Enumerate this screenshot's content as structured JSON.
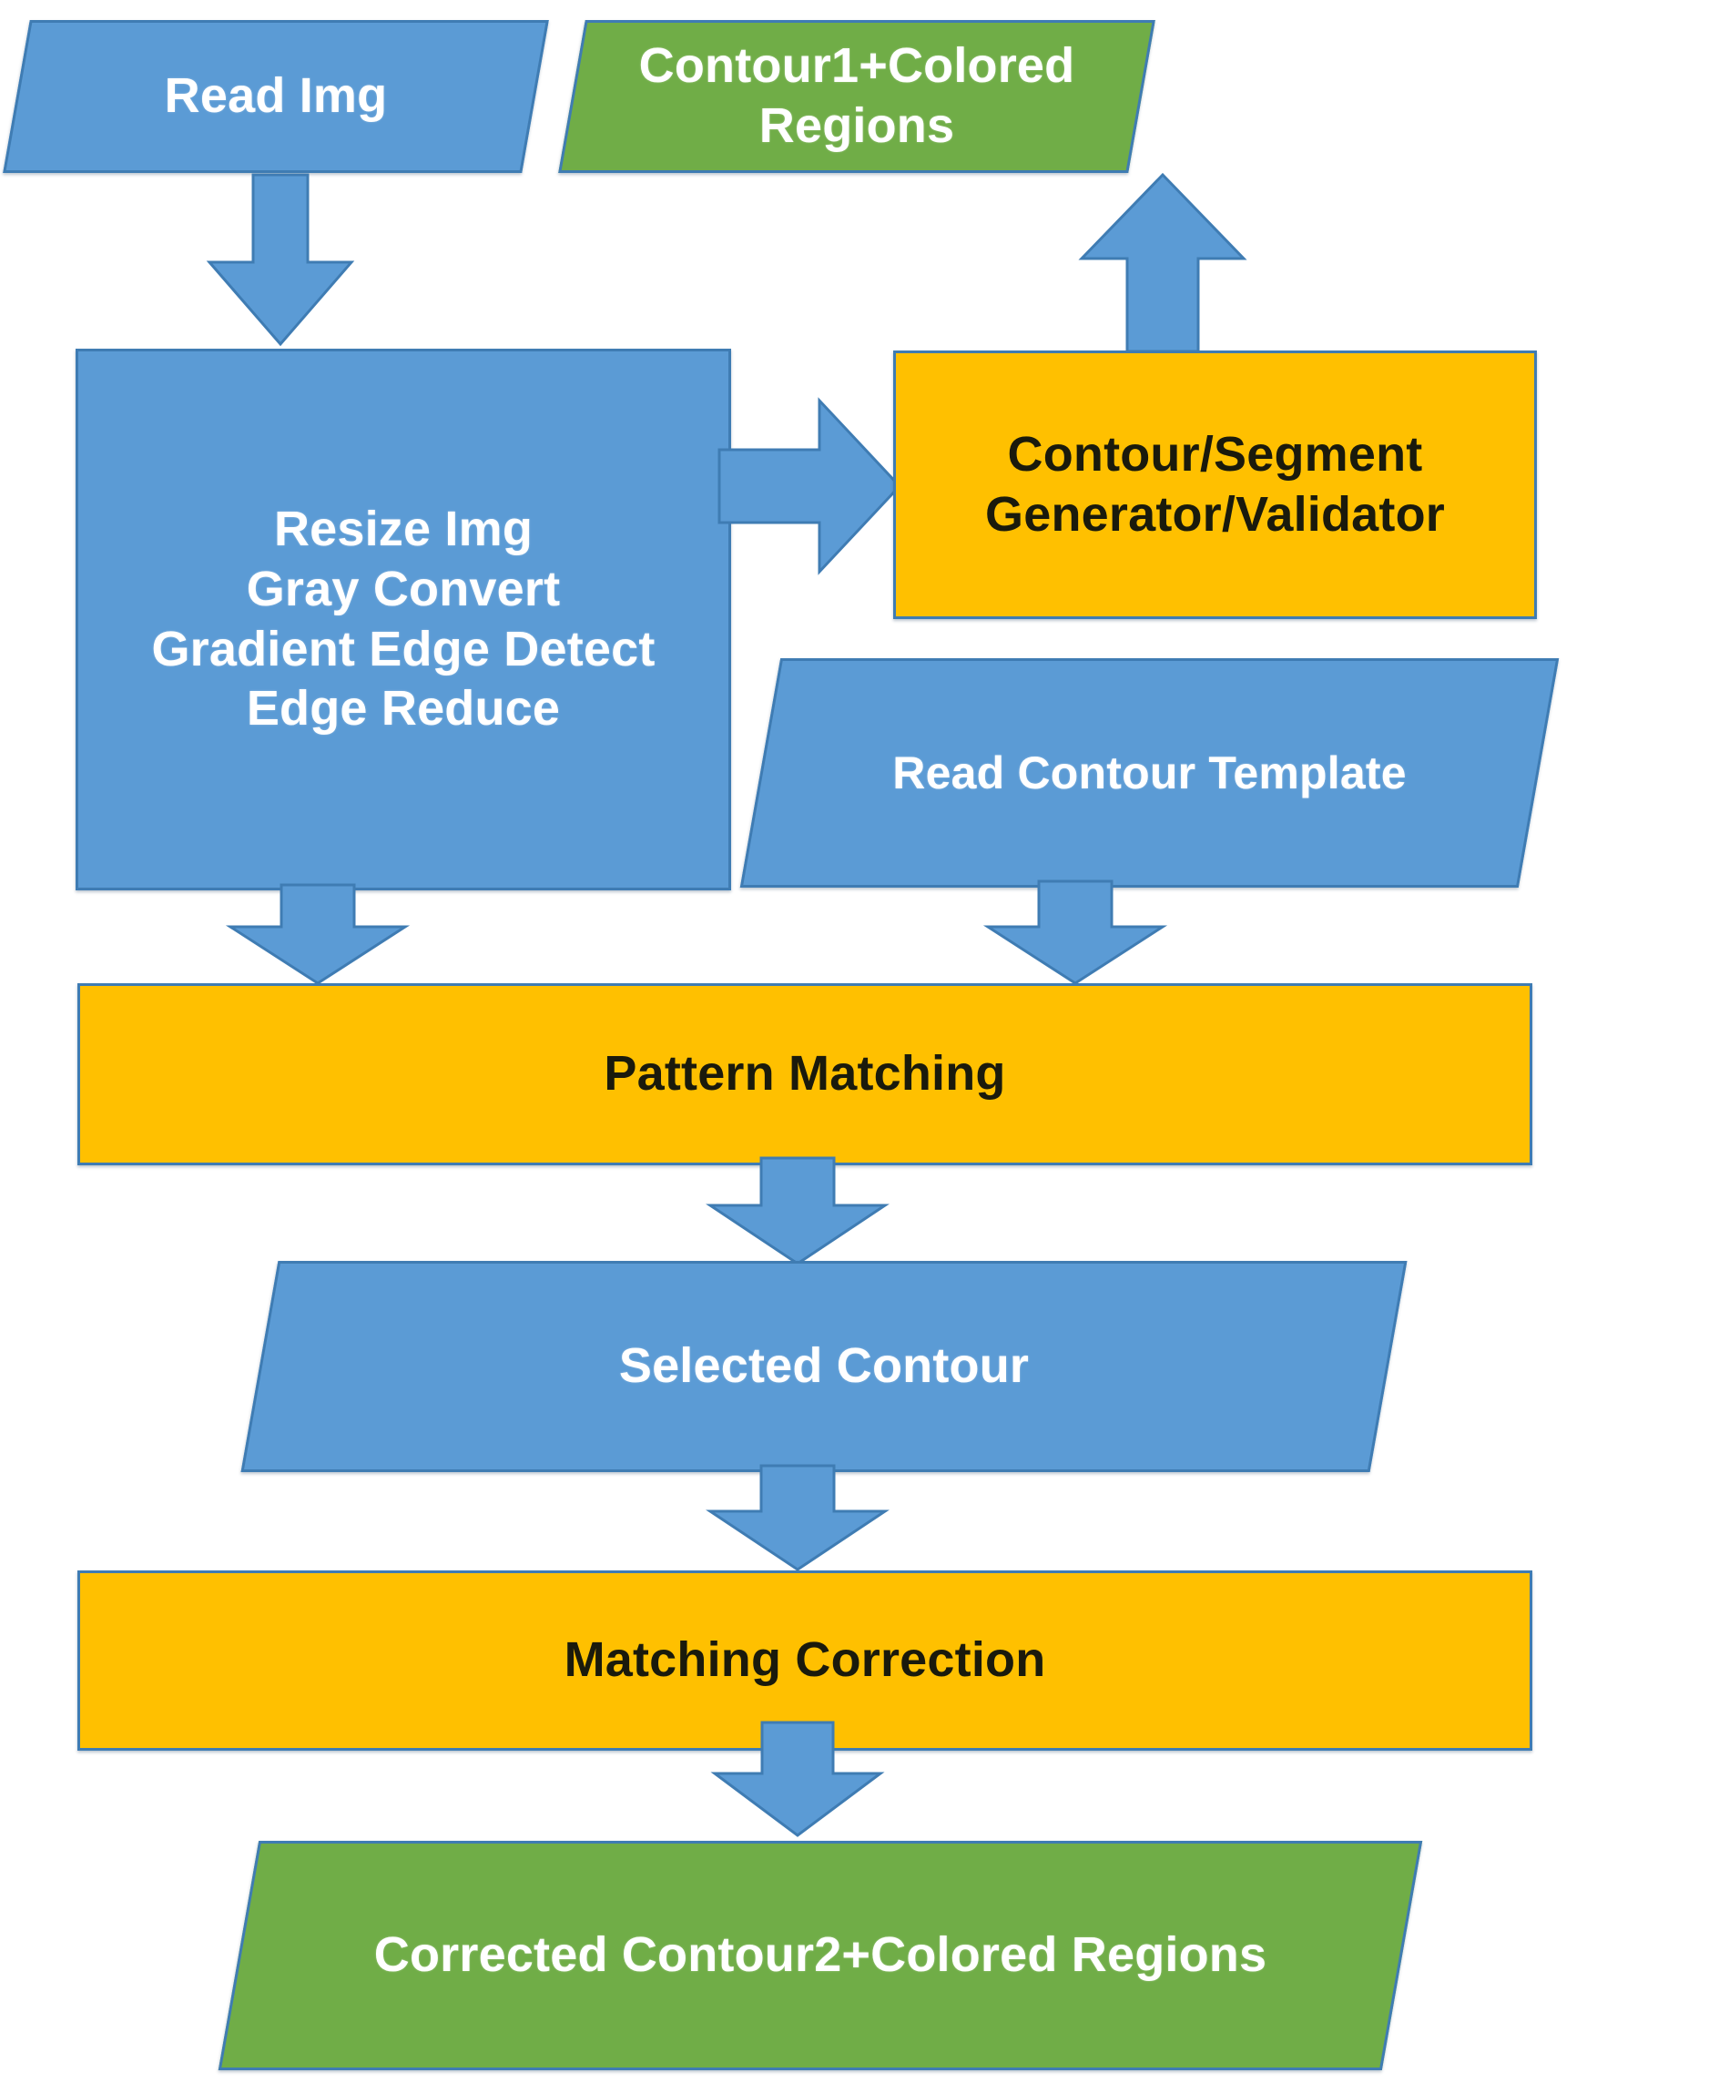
{
  "diagram": {
    "title": "Contour detection and matching pipeline flowchart",
    "palette": {
      "blue_fill": "#5b9bd5",
      "yellow_fill": "#ffc000",
      "green_fill": "#70ad47",
      "border": "#3f7cb3",
      "light_text": "#ffffff",
      "dark_text": "#1a1a0c",
      "background": "#ffffff"
    },
    "nodes": [
      {
        "id": "read-img",
        "label": "Read Img",
        "shape": "parallelogram",
        "fill": "blue",
        "role": "input"
      },
      {
        "id": "contour1-colored-regions",
        "label": "Contour1+Colored Regions",
        "shape": "parallelogram",
        "fill": "green",
        "role": "output"
      },
      {
        "id": "preprocess",
        "label": "Resize Img\nGray Convert\nGradient Edge Detect\nEdge Reduce",
        "shape": "rect",
        "fill": "blue",
        "role": "process",
        "lines": [
          "Resize Img",
          "Gray Convert",
          "Gradient Edge Detect",
          "Edge Reduce"
        ]
      },
      {
        "id": "contour-segment-generator-validator",
        "label": "Contour/Segment\nGenerator/Validator",
        "shape": "rect",
        "fill": "yellow",
        "role": "process",
        "lines": [
          "Contour/Segment",
          "Generator/Validator"
        ]
      },
      {
        "id": "read-contour-template",
        "label": "Read Contour Template",
        "shape": "parallelogram",
        "fill": "blue",
        "role": "input"
      },
      {
        "id": "pattern-matching",
        "label": "Pattern Matching",
        "shape": "rect",
        "fill": "yellow",
        "role": "process"
      },
      {
        "id": "selected-contour",
        "label": "Selected Contour",
        "shape": "parallelogram",
        "fill": "blue",
        "role": "data"
      },
      {
        "id": "matching-correction",
        "label": "Matching Correction",
        "shape": "rect",
        "fill": "yellow",
        "role": "process"
      },
      {
        "id": "corrected-contour2-colored-regions",
        "label": "Corrected Contour2+Colored Regions",
        "shape": "parallelogram",
        "fill": "green",
        "role": "output"
      }
    ],
    "arrows": [
      {
        "id": "read-img-to-preprocess",
        "direction": "down",
        "from": "read-img",
        "to": "preprocess"
      },
      {
        "id": "preprocess-to-generator",
        "direction": "right",
        "from": "preprocess",
        "to": "contour-segment-generator-validator"
      },
      {
        "id": "generator-to-contour1",
        "direction": "up",
        "from": "contour-segment-generator-validator",
        "to": "contour1-colored-regions"
      },
      {
        "id": "preprocess-to-pattern-matching",
        "direction": "down",
        "from": "preprocess",
        "to": "pattern-matching"
      },
      {
        "id": "template-to-pattern-matching",
        "direction": "down",
        "from": "read-contour-template",
        "to": "pattern-matching"
      },
      {
        "id": "pattern-matching-to-selected",
        "direction": "down",
        "from": "pattern-matching",
        "to": "selected-contour"
      },
      {
        "id": "selected-to-matching-correction",
        "direction": "down",
        "from": "selected-contour",
        "to": "matching-correction"
      },
      {
        "id": "matching-correction-to-corrected",
        "direction": "down",
        "from": "matching-correction",
        "to": "corrected-contour2-colored-regions"
      }
    ]
  }
}
